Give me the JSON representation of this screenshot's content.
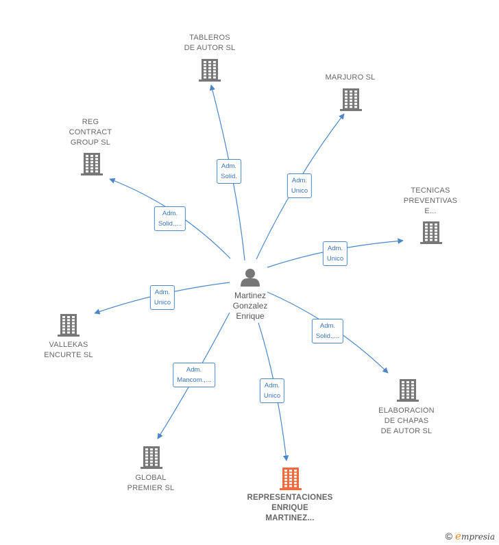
{
  "person": {
    "name_lines": [
      "Martinez",
      "Gonzalez",
      "Enrique"
    ],
    "icon": "person-icon",
    "color": "#777777"
  },
  "companies": [
    {
      "id": "tableros",
      "lines": [
        "TABLEROS",
        "DE AUTOR SL"
      ],
      "role": [
        "Adm.",
        "Solid."
      ],
      "icon": "building-icon",
      "color": "#777777"
    },
    {
      "id": "marjuro",
      "lines": [
        "MARJURO SL"
      ],
      "role": [
        "Adm.",
        "Unico"
      ],
      "icon": "building-icon",
      "color": "#777777"
    },
    {
      "id": "reg",
      "lines": [
        "REG",
        "CONTRACT",
        "GROUP SL"
      ],
      "role": [
        "Adm.",
        "Solid.,..."
      ],
      "icon": "building-icon",
      "color": "#777777"
    },
    {
      "id": "tecnicas",
      "lines": [
        "TECNICAS",
        "PREVENTIVAS",
        "E..."
      ],
      "role": [
        "Adm.",
        "Unico"
      ],
      "icon": "building-icon",
      "color": "#777777"
    },
    {
      "id": "vallekas",
      "lines": [
        "VALLEKAS",
        "ENCURTE SL"
      ],
      "role": [
        "Adm.",
        "Unico"
      ],
      "icon": "building-icon",
      "color": "#777777"
    },
    {
      "id": "elaboracion",
      "lines": [
        "ELABORACION",
        "DE CHAPAS",
        "DE AUTOR SL"
      ],
      "role": [
        "Adm.",
        "Solid.,..."
      ],
      "icon": "building-icon",
      "color": "#777777"
    },
    {
      "id": "global",
      "lines": [
        "GLOBAL",
        "PREMIER SL"
      ],
      "role": [
        "Adm.",
        "Mancom.,..."
      ],
      "icon": "building-icon",
      "color": "#777777"
    },
    {
      "id": "representaciones",
      "lines": [
        "REPRESENTACIONES",
        "ENRIQUE",
        "MARTINEZ..."
      ],
      "role": [
        "Adm.",
        "Unico"
      ],
      "icon": "building-icon",
      "color": "#f26a3c",
      "highlight": true
    }
  ],
  "edge_color": "#4a86c8",
  "footer": {
    "copyright_symbol": "©",
    "brand_initial": "e",
    "brand_rest": "mpresia"
  }
}
